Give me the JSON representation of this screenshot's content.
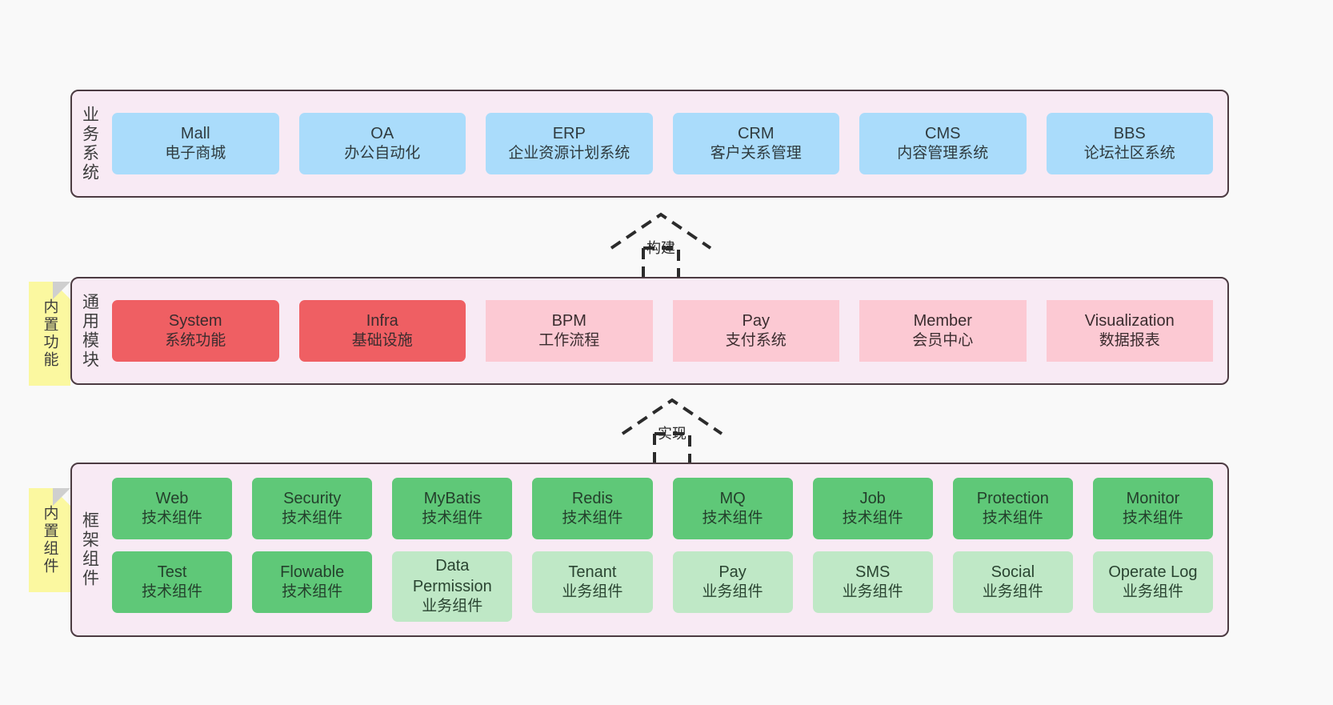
{
  "layers": [
    {
      "id": "business-system",
      "label": "业务系统",
      "rows": [
        [
          {
            "en": "Mall",
            "cn": "电子商城",
            "style": "blue"
          },
          {
            "en": "OA",
            "cn": "办公自动化",
            "style": "blue"
          },
          {
            "en": "ERP",
            "cn": "企业资源计划系统",
            "style": "blue"
          },
          {
            "en": "CRM",
            "cn": "客户关系管理",
            "style": "blue"
          },
          {
            "en": "CMS",
            "cn": "内容管理系统",
            "style": "blue"
          },
          {
            "en": "BBS",
            "cn": "论坛社区系统",
            "style": "blue"
          }
        ]
      ]
    },
    {
      "id": "common-module",
      "label": "通用模块",
      "sticky": "内置功能",
      "rows": [
        [
          {
            "en": "System",
            "cn": "系统功能",
            "style": "red"
          },
          {
            "en": "Infra",
            "cn": "基础设施",
            "style": "red"
          },
          {
            "en": "BPM",
            "cn": "工作流程",
            "style": "pink"
          },
          {
            "en": "Pay",
            "cn": "支付系统",
            "style": "pink"
          },
          {
            "en": "Member",
            "cn": "会员中心",
            "style": "pink"
          },
          {
            "en": "Visualization",
            "cn": "数据报表",
            "style": "pink"
          }
        ]
      ]
    },
    {
      "id": "framework-component",
      "label": "框架组件",
      "sticky": "内置组件",
      "rows": [
        [
          {
            "en": "Web",
            "cn": "技术组件",
            "style": "green"
          },
          {
            "en": "Security",
            "cn": "技术组件",
            "style": "green"
          },
          {
            "en": "MyBatis",
            "cn": "技术组件",
            "style": "green"
          },
          {
            "en": "Redis",
            "cn": "技术组件",
            "style": "green"
          },
          {
            "en": "MQ",
            "cn": "技术组件",
            "style": "green"
          },
          {
            "en": "Job",
            "cn": "技术组件",
            "style": "green"
          },
          {
            "en": "Protection",
            "cn": "技术组件",
            "style": "green"
          },
          {
            "en": "Monitor",
            "cn": "技术组件",
            "style": "green"
          }
        ],
        [
          {
            "en": "Test",
            "cn": "技术组件",
            "style": "green"
          },
          {
            "en": "Flowable",
            "cn": "技术组件",
            "style": "green"
          },
          {
            "en": "Data Permission",
            "cn": "业务组件",
            "style": "lgreen"
          },
          {
            "en": "Tenant",
            "cn": "业务组件",
            "style": "lgreen"
          },
          {
            "en": "Pay",
            "cn": "业务组件",
            "style": "lgreen"
          },
          {
            "en": "SMS",
            "cn": "业务组件",
            "style": "lgreen"
          },
          {
            "en": "Social",
            "cn": "业务组件",
            "style": "lgreen"
          },
          {
            "en": "Operate Log",
            "cn": "业务组件",
            "style": "lgreen"
          }
        ]
      ]
    }
  ],
  "connectors": [
    {
      "id": "build",
      "label": "构建"
    },
    {
      "id": "implement",
      "label": "实现"
    }
  ],
  "colors": {
    "canvas": "#f9f9f9",
    "layer_bg": "#f8eaf4",
    "layer_border": "#4c3b42",
    "blue": "#aadcfb",
    "red": "#ef5f63",
    "pink": "#fcc9d3",
    "green": "#5fc878",
    "light_green": "#bfe8c6",
    "sticky": "#fbf8a0",
    "sticky_fold": "#cfcfcf"
  }
}
